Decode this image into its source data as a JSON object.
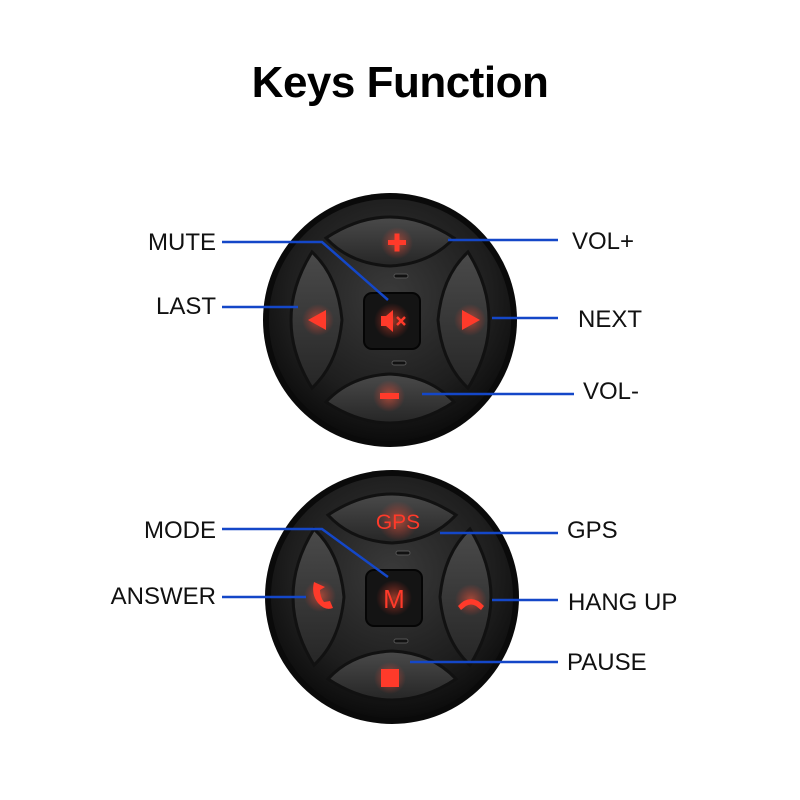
{
  "title": "Keys Function",
  "colors": {
    "background": "#ffffff",
    "leader_line": "#1447c8",
    "key_light": "#ff3a2a",
    "body": "#222222"
  },
  "controller_top": {
    "keys": [
      {
        "name": "vol-plus",
        "icon": "plus-icon",
        "label": "VOL+"
      },
      {
        "name": "next",
        "icon": "play-right-icon",
        "label": "NEXT"
      },
      {
        "name": "vol-minus",
        "icon": "minus-icon",
        "label": "VOL-"
      },
      {
        "name": "last",
        "icon": "play-left-icon",
        "label": "LAST"
      },
      {
        "name": "mute",
        "icon": "speaker-mute-icon",
        "label": "MUTE"
      }
    ]
  },
  "controller_bottom": {
    "gps_key_text": "GPS",
    "mode_key_text": "M",
    "keys": [
      {
        "name": "gps",
        "icon": "gps-text",
        "label": "GPS"
      },
      {
        "name": "hang-up",
        "icon": "hang-up-phone-icon",
        "label": "HANG UP"
      },
      {
        "name": "pause",
        "icon": "stop-square-icon",
        "label": "PAUSE"
      },
      {
        "name": "answer",
        "icon": "answer-phone-icon",
        "label": "ANSWER"
      },
      {
        "name": "mode",
        "icon": "mode-m-icon",
        "label": "MODE"
      }
    ]
  }
}
